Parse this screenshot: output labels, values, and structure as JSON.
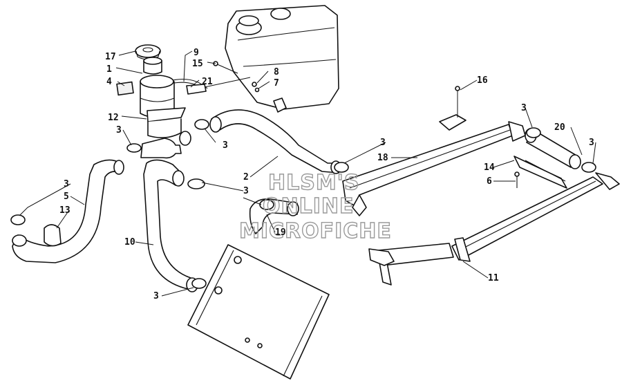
{
  "diagram": {
    "callouts": [
      {
        "id": "c17",
        "text": "17"
      },
      {
        "id": "c9",
        "text": "9"
      },
      {
        "id": "c1",
        "text": "1"
      },
      {
        "id": "c15",
        "text": "15"
      },
      {
        "id": "c8",
        "text": "8"
      },
      {
        "id": "c4",
        "text": "4"
      },
      {
        "id": "c21",
        "text": "21"
      },
      {
        "id": "c7",
        "text": "7"
      },
      {
        "id": "c16",
        "text": "16"
      },
      {
        "id": "c12",
        "text": "12"
      },
      {
        "id": "c3a",
        "text": "3"
      },
      {
        "id": "c3b",
        "text": "3"
      },
      {
        "id": "c3c",
        "text": "3"
      },
      {
        "id": "c3d",
        "text": "3"
      },
      {
        "id": "c20",
        "text": "20"
      },
      {
        "id": "c3e",
        "text": "3"
      },
      {
        "id": "c18",
        "text": "18"
      },
      {
        "id": "c14",
        "text": "14"
      },
      {
        "id": "c2",
        "text": "2"
      },
      {
        "id": "c6",
        "text": "6"
      },
      {
        "id": "c3f",
        "text": "3"
      },
      {
        "id": "c3g",
        "text": "3"
      },
      {
        "id": "c5",
        "text": "5"
      },
      {
        "id": "c13",
        "text": "13"
      },
      {
        "id": "c19",
        "text": "19"
      },
      {
        "id": "c10",
        "text": "10"
      },
      {
        "id": "c11",
        "text": "11"
      },
      {
        "id": "c3h",
        "text": "3"
      }
    ],
    "watermark": [
      "HLSM'S",
      "ONLINE",
      "MICROFICHE"
    ]
  }
}
